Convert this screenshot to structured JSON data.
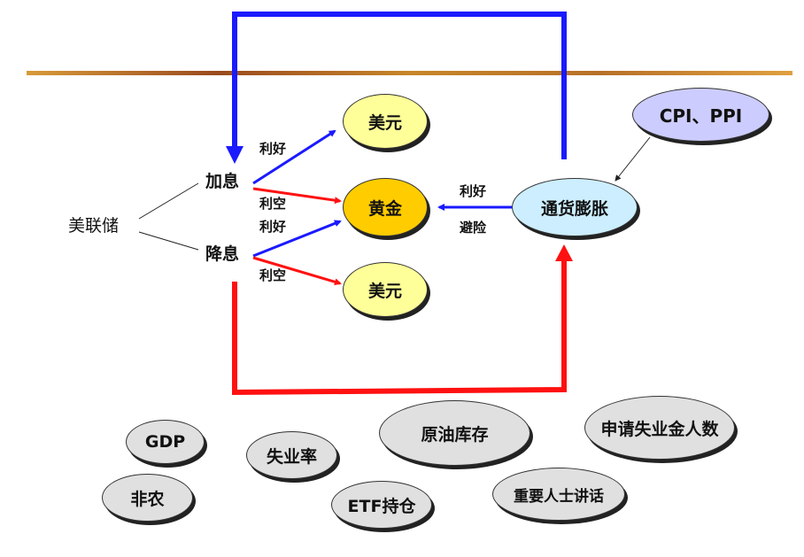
{
  "diagram": {
    "root": "美联储",
    "policies": {
      "hike": "加息",
      "cut": "降息"
    },
    "edge_labels": {
      "hike_usd": "利好",
      "hike_gold": "利空",
      "cut_gold": "利好",
      "cut_usd": "利空",
      "inflation_gold_top": "利好",
      "inflation_gold_bottom": "避险"
    },
    "nodes": {
      "usd_top": "美元",
      "gold": "黄金",
      "usd_bottom": "美元",
      "inflation": "通货膨胀",
      "cpi_ppi": "CPI、PPI"
    },
    "indicators": [
      "GDP",
      "非农",
      "失业率",
      "ETF持仓",
      "原油库存",
      "重要人士讲话",
      "申请失业金人数"
    ],
    "colors": {
      "positive_arrow": "#1a1aff",
      "negative_arrow": "#ff1111",
      "usd_fill": "#ffff99",
      "gold_fill": "#ffcc00",
      "inflation_fill": "#cceeff",
      "cpi_fill": "#ccccff",
      "indicator_fill": "#e0e0e0",
      "divider": "#c88a2c"
    }
  }
}
